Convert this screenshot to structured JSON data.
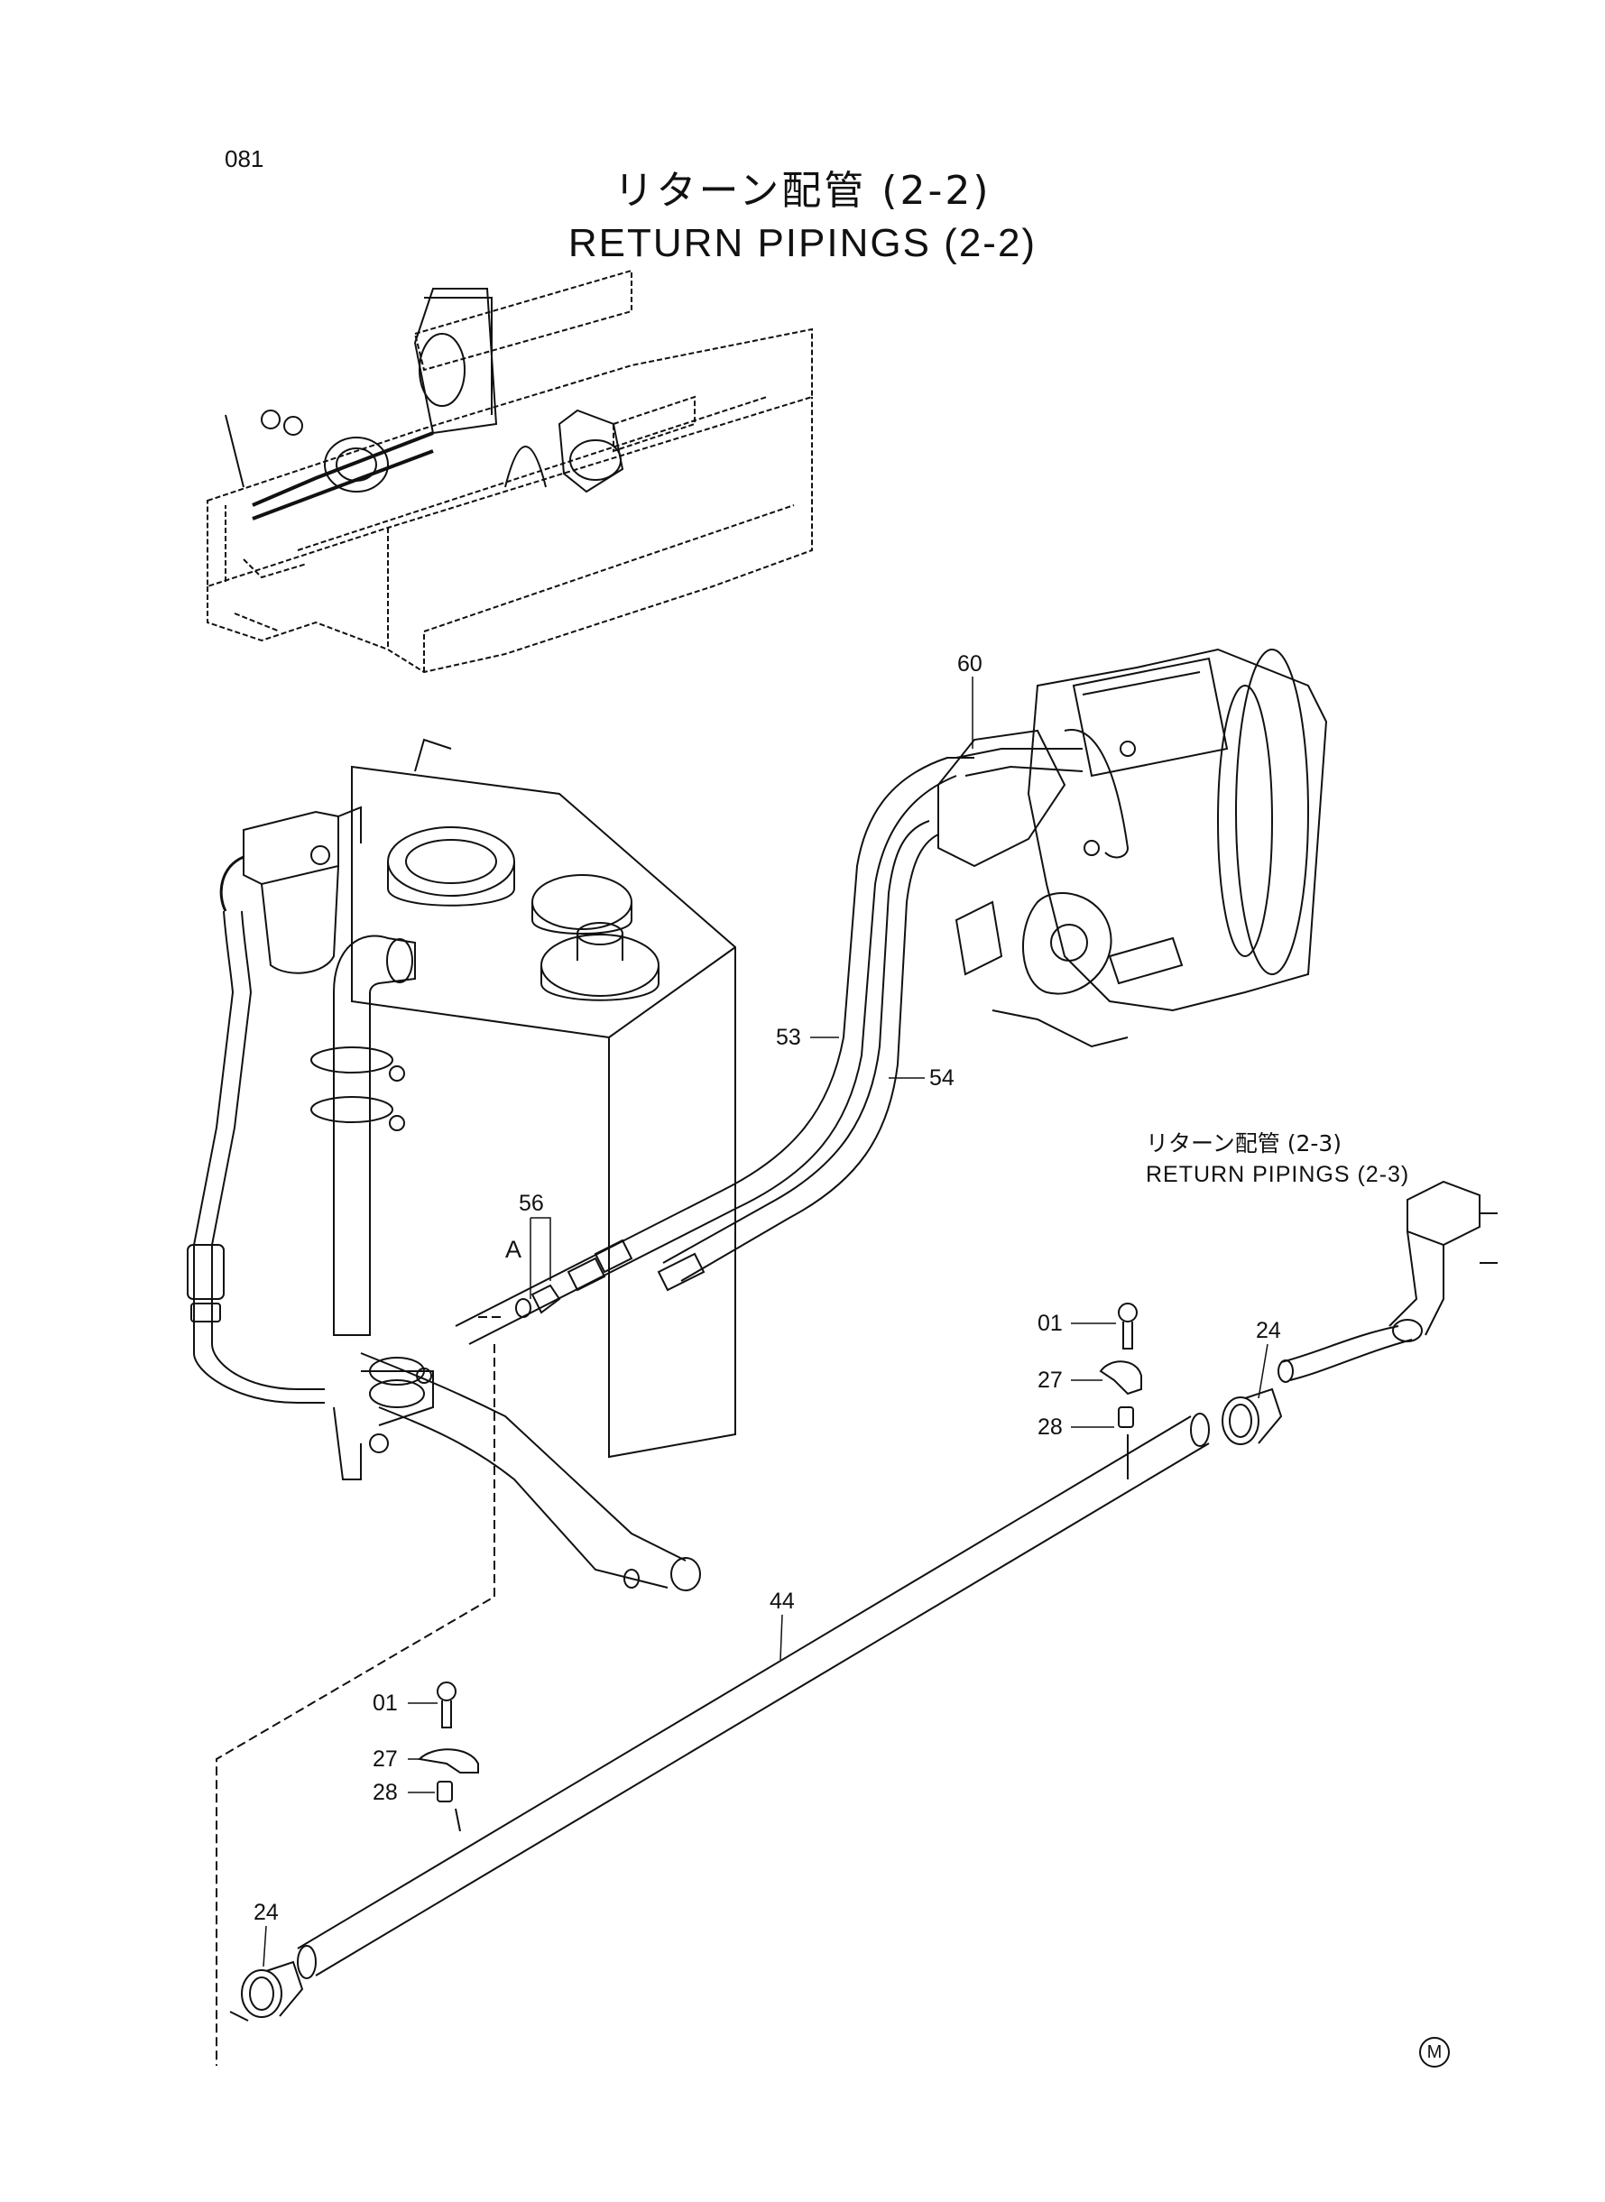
{
  "page_number": "081",
  "title_jp": "リターン配管 (2-2)",
  "title_en": "RETURN PIPINGS (2-2)",
  "reference": {
    "title_jp": "リターン配管 (2-3)",
    "title_en": "RETURN PIPINGS (2-3)"
  },
  "callouts": {
    "c60": "60",
    "c53": "53",
    "c54": "54",
    "c56": "56",
    "cA": "A",
    "c01_upper": "01",
    "c27_upper": "27",
    "c28_upper": "28",
    "c24_right": "24",
    "c44": "44",
    "c01_lower": "01",
    "c27_lower": "27",
    "c28_lower": "28",
    "c24_left": "24"
  },
  "mark": "M"
}
